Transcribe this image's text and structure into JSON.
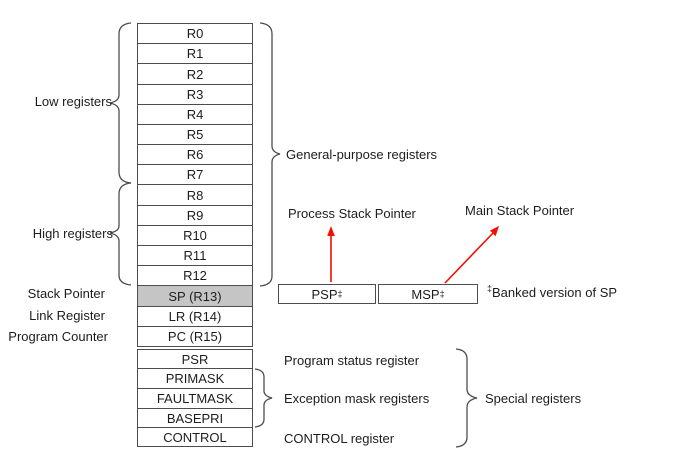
{
  "colors": {
    "background": "#ffffff",
    "box_border": "#4d4d4d",
    "sp_row_fill": "#c5c5c5",
    "arrow_red": "#f40f00",
    "text": "#1d1d1d"
  },
  "left_labels": {
    "low": "Low registers",
    "high": "High registers",
    "stack_pointer": "Stack Pointer",
    "link_register": "Link Register",
    "program_counter": "Program Counter"
  },
  "registers": {
    "main": [
      "R0",
      "R1",
      "R2",
      "R3",
      "R4",
      "R5",
      "R6",
      "R7",
      "R8",
      "R9",
      "R10",
      "R11",
      "R12",
      "SP (R13)",
      "LR (R14)",
      "PC (R15)"
    ],
    "special": [
      "PSR",
      "PRIMASK",
      "FAULTMASK",
      "BASEPRI",
      "CONTROL"
    ]
  },
  "banked_pointers": {
    "psp": "PSP",
    "msp": "MSP",
    "footnote_mark": "‡"
  },
  "annotations": {
    "general_purpose": "General-purpose registers",
    "process_stack_pointer": "Process Stack Pointer",
    "main_stack_pointer": "Main Stack Pointer",
    "banked_note_mark": "‡",
    "banked_note": "Banked version of SP",
    "program_status": "Program status register",
    "exception_mask": "Exception mask registers",
    "control_register": "CONTROL register",
    "special_registers": "Special registers"
  }
}
